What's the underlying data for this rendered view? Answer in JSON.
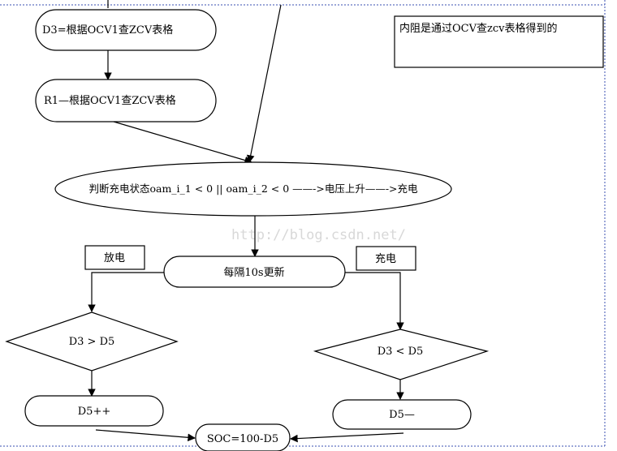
{
  "nodes": {
    "d3_lookup": "D3=根据OCV1查ZCV表格",
    "r1_lookup": "R1—根据OCV1查ZCV表格",
    "note": "内阻是通过OCV查zcv表格得到的",
    "charge_state": "判断充电状态oam_i_1 < 0 || oam_i_2 < 0 ——->电压上升——->充电",
    "discharge_label": "放电",
    "charge_label": "充电",
    "update": "每隔10s更新",
    "cond_discharge": "D3 > D5",
    "cond_charge": "D3 < D5",
    "inc_d5": "D5++",
    "dec_d5": "D5—",
    "soc": "SOC=100-D5"
  },
  "watermark": "http://blog.csdn.net/"
}
